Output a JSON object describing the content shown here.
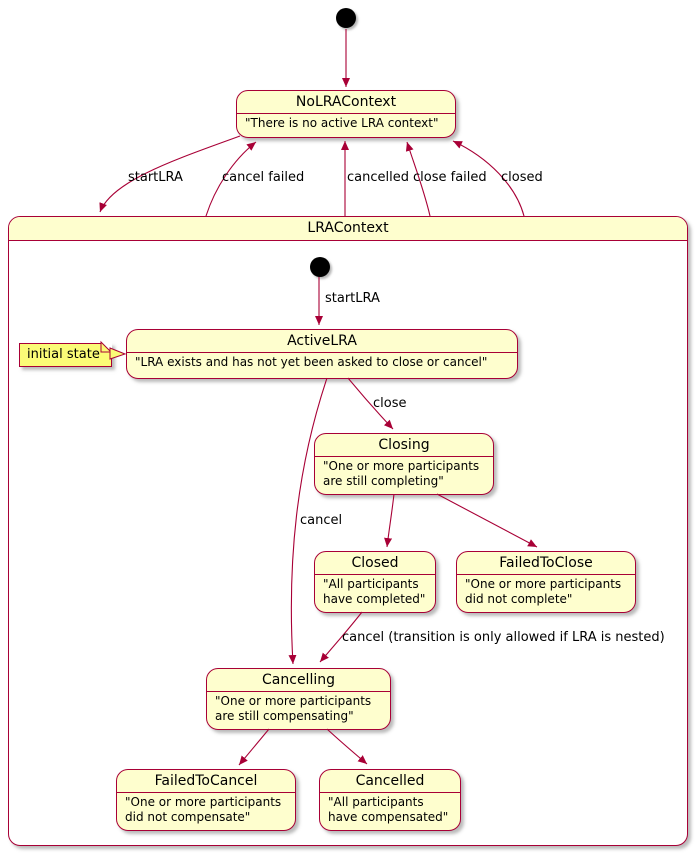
{
  "diagram": {
    "colors": {
      "state_fill": "#fefece",
      "state_border": "#a80036",
      "arrow": "#a80036",
      "note_fill": "#fbfb77",
      "text": "#000000"
    },
    "states": {
      "no_lra_context": {
        "title": "NoLRAContext",
        "lines": [
          "\"There is no active LRA context\""
        ]
      },
      "lra_context": {
        "title": "LRAContext"
      },
      "active_lra": {
        "title": "ActiveLRA",
        "lines": [
          "\"LRA exists and has not yet been asked to close or cancel\""
        ]
      },
      "closing": {
        "title": "Closing",
        "lines": [
          "\"One or more participants",
          "are still completing\""
        ]
      },
      "closed": {
        "title": "Closed",
        "lines": [
          "\"All participants",
          "have completed\""
        ]
      },
      "failed_to_close": {
        "title": "FailedToClose",
        "lines": [
          "\"One or more participants",
          "did not complete\""
        ]
      },
      "cancelling": {
        "title": "Cancelling",
        "lines": [
          "\"One or more participants",
          "are still compensating\""
        ]
      },
      "failed_to_cancel": {
        "title": "FailedToCancel",
        "lines": [
          "\"One or more participants",
          "did not compensate\""
        ]
      },
      "cancelled": {
        "title": "Cancelled",
        "lines": [
          "\"All participants",
          "have compensated\""
        ]
      }
    },
    "transitions": {
      "start_lra_outer": "startLRA",
      "cancel_failed": "cancel failed",
      "cancelled": "cancelled",
      "close_failed": "close failed",
      "closed": "closed",
      "start_lra_inner": "startLRA",
      "close": "close",
      "cancel": "cancel",
      "cancel_nested": "cancel (transition is only allowed if LRA is nested)"
    },
    "note": {
      "text": "initial state"
    }
  }
}
